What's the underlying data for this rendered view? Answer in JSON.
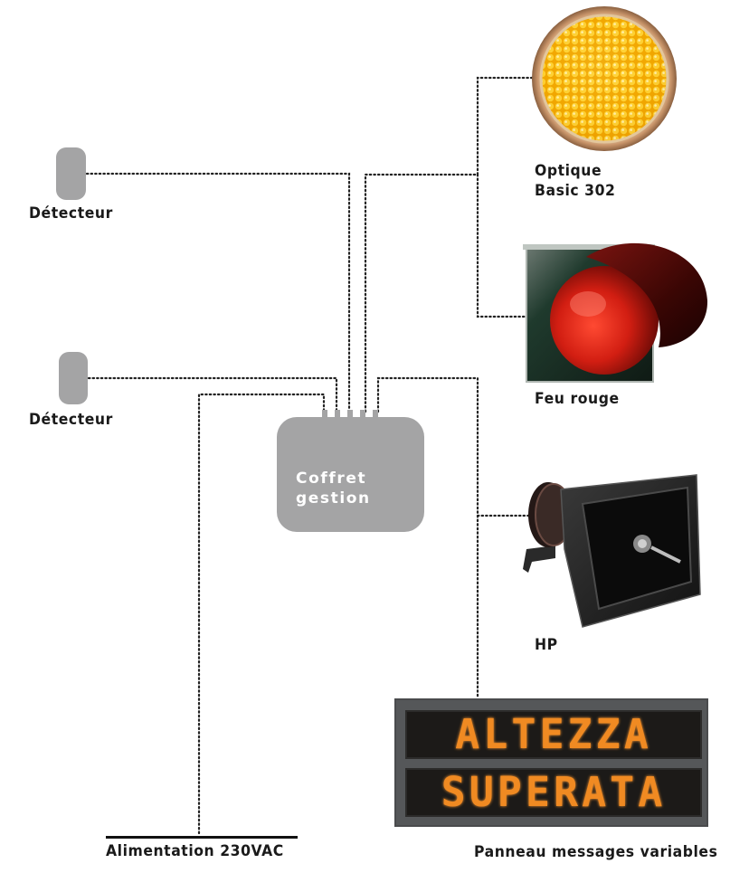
{
  "detectors": [
    {
      "label": "Détecteur"
    },
    {
      "label": "Détecteur"
    }
  ],
  "control_box": {
    "line1": "Coffret",
    "line2": "gestion"
  },
  "devices": {
    "optique": {
      "line1": "Optique",
      "line2": "Basic 302",
      "icon": "amber-led-beacon-icon"
    },
    "feu_rouge": {
      "label": "Feu rouge",
      "icon": "red-traffic-light-icon"
    },
    "hp": {
      "label": "HP",
      "icon": "horn-loudspeaker-icon"
    },
    "panneau": {
      "label": "Panneau messages variables",
      "line1": "ALTEZZA",
      "line2": "SUPERATA"
    }
  },
  "power": {
    "label": "Alimentation 230VAC"
  },
  "colors": {
    "box": "#a4a4a5",
    "wire": "#222222",
    "led_amber": "#f7b500",
    "led_red": "#d21e12",
    "pmv_text": "#f08a22"
  }
}
